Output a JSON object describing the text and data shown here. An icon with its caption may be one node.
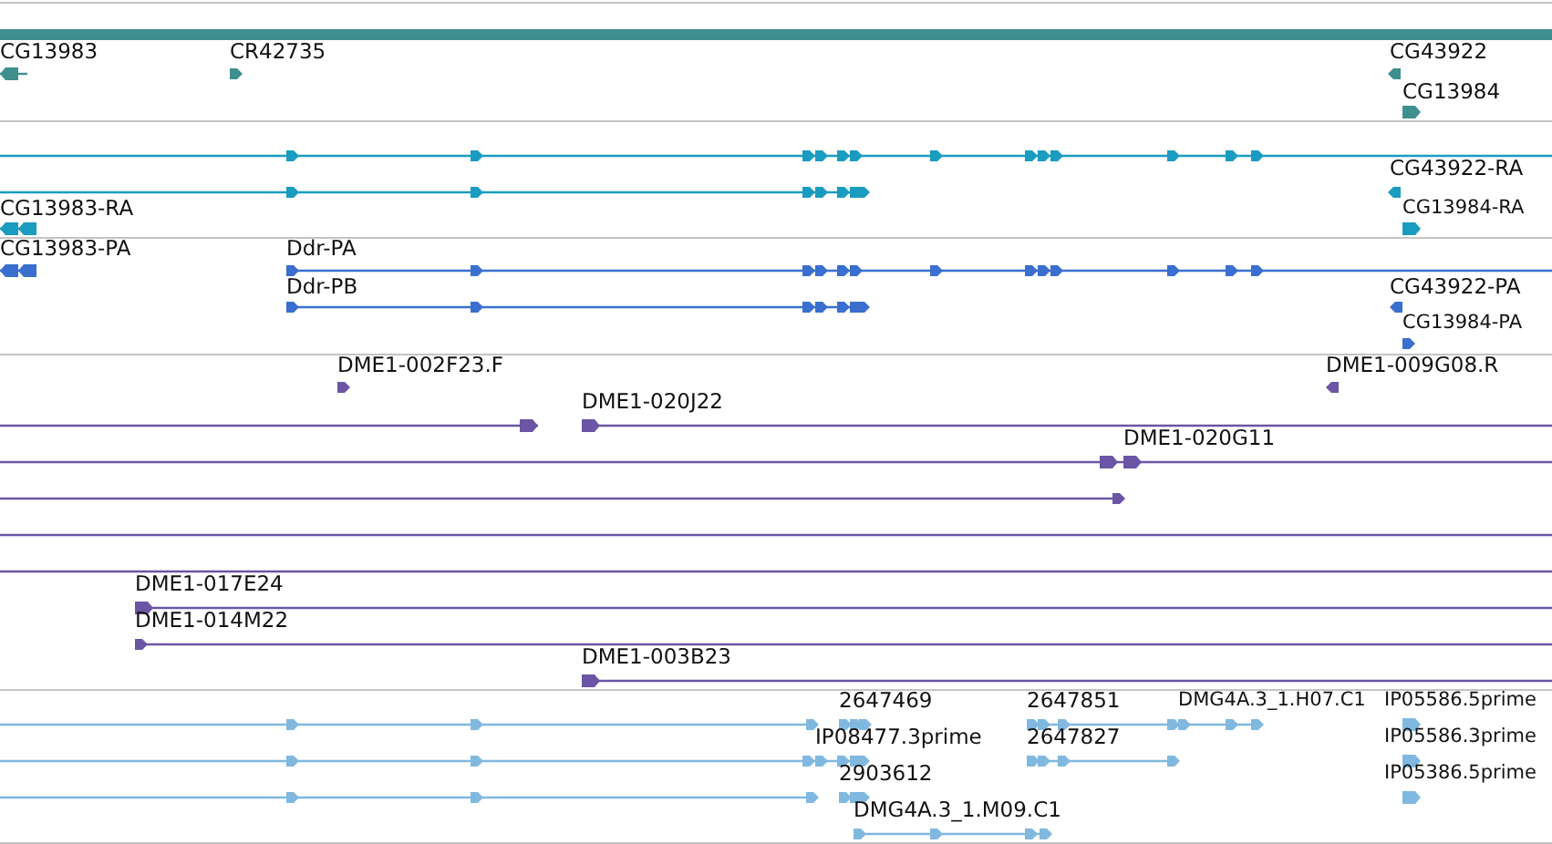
{
  "diagram": {
    "labels": [
      "CG13983",
      "CR42735",
      "CG43922",
      "CG13984",
      "CG43922-RA",
      "CG13983-RA",
      "CG13984-RA",
      "CG13983-PA",
      "Ddr-PA",
      "Ddr-PB",
      "CG43922-PA",
      "CG13984-PA",
      "DME1-002F23.F",
      "DME1-009G08.R",
      "DME1-020J22",
      "DME1-020G11",
      "DME1-017E24",
      "DME1-014M22",
      "DME1-003B23",
      "2647469",
      "2647851",
      "DMG4A.3_1.H07.C1",
      "IP05586.5prime",
      "IP08477.3prime",
      "2647827",
      "IP05586.3prime",
      "2903612",
      "IP05386.5prime",
      "DMG4A.3_1.M09.C1"
    ]
  }
}
